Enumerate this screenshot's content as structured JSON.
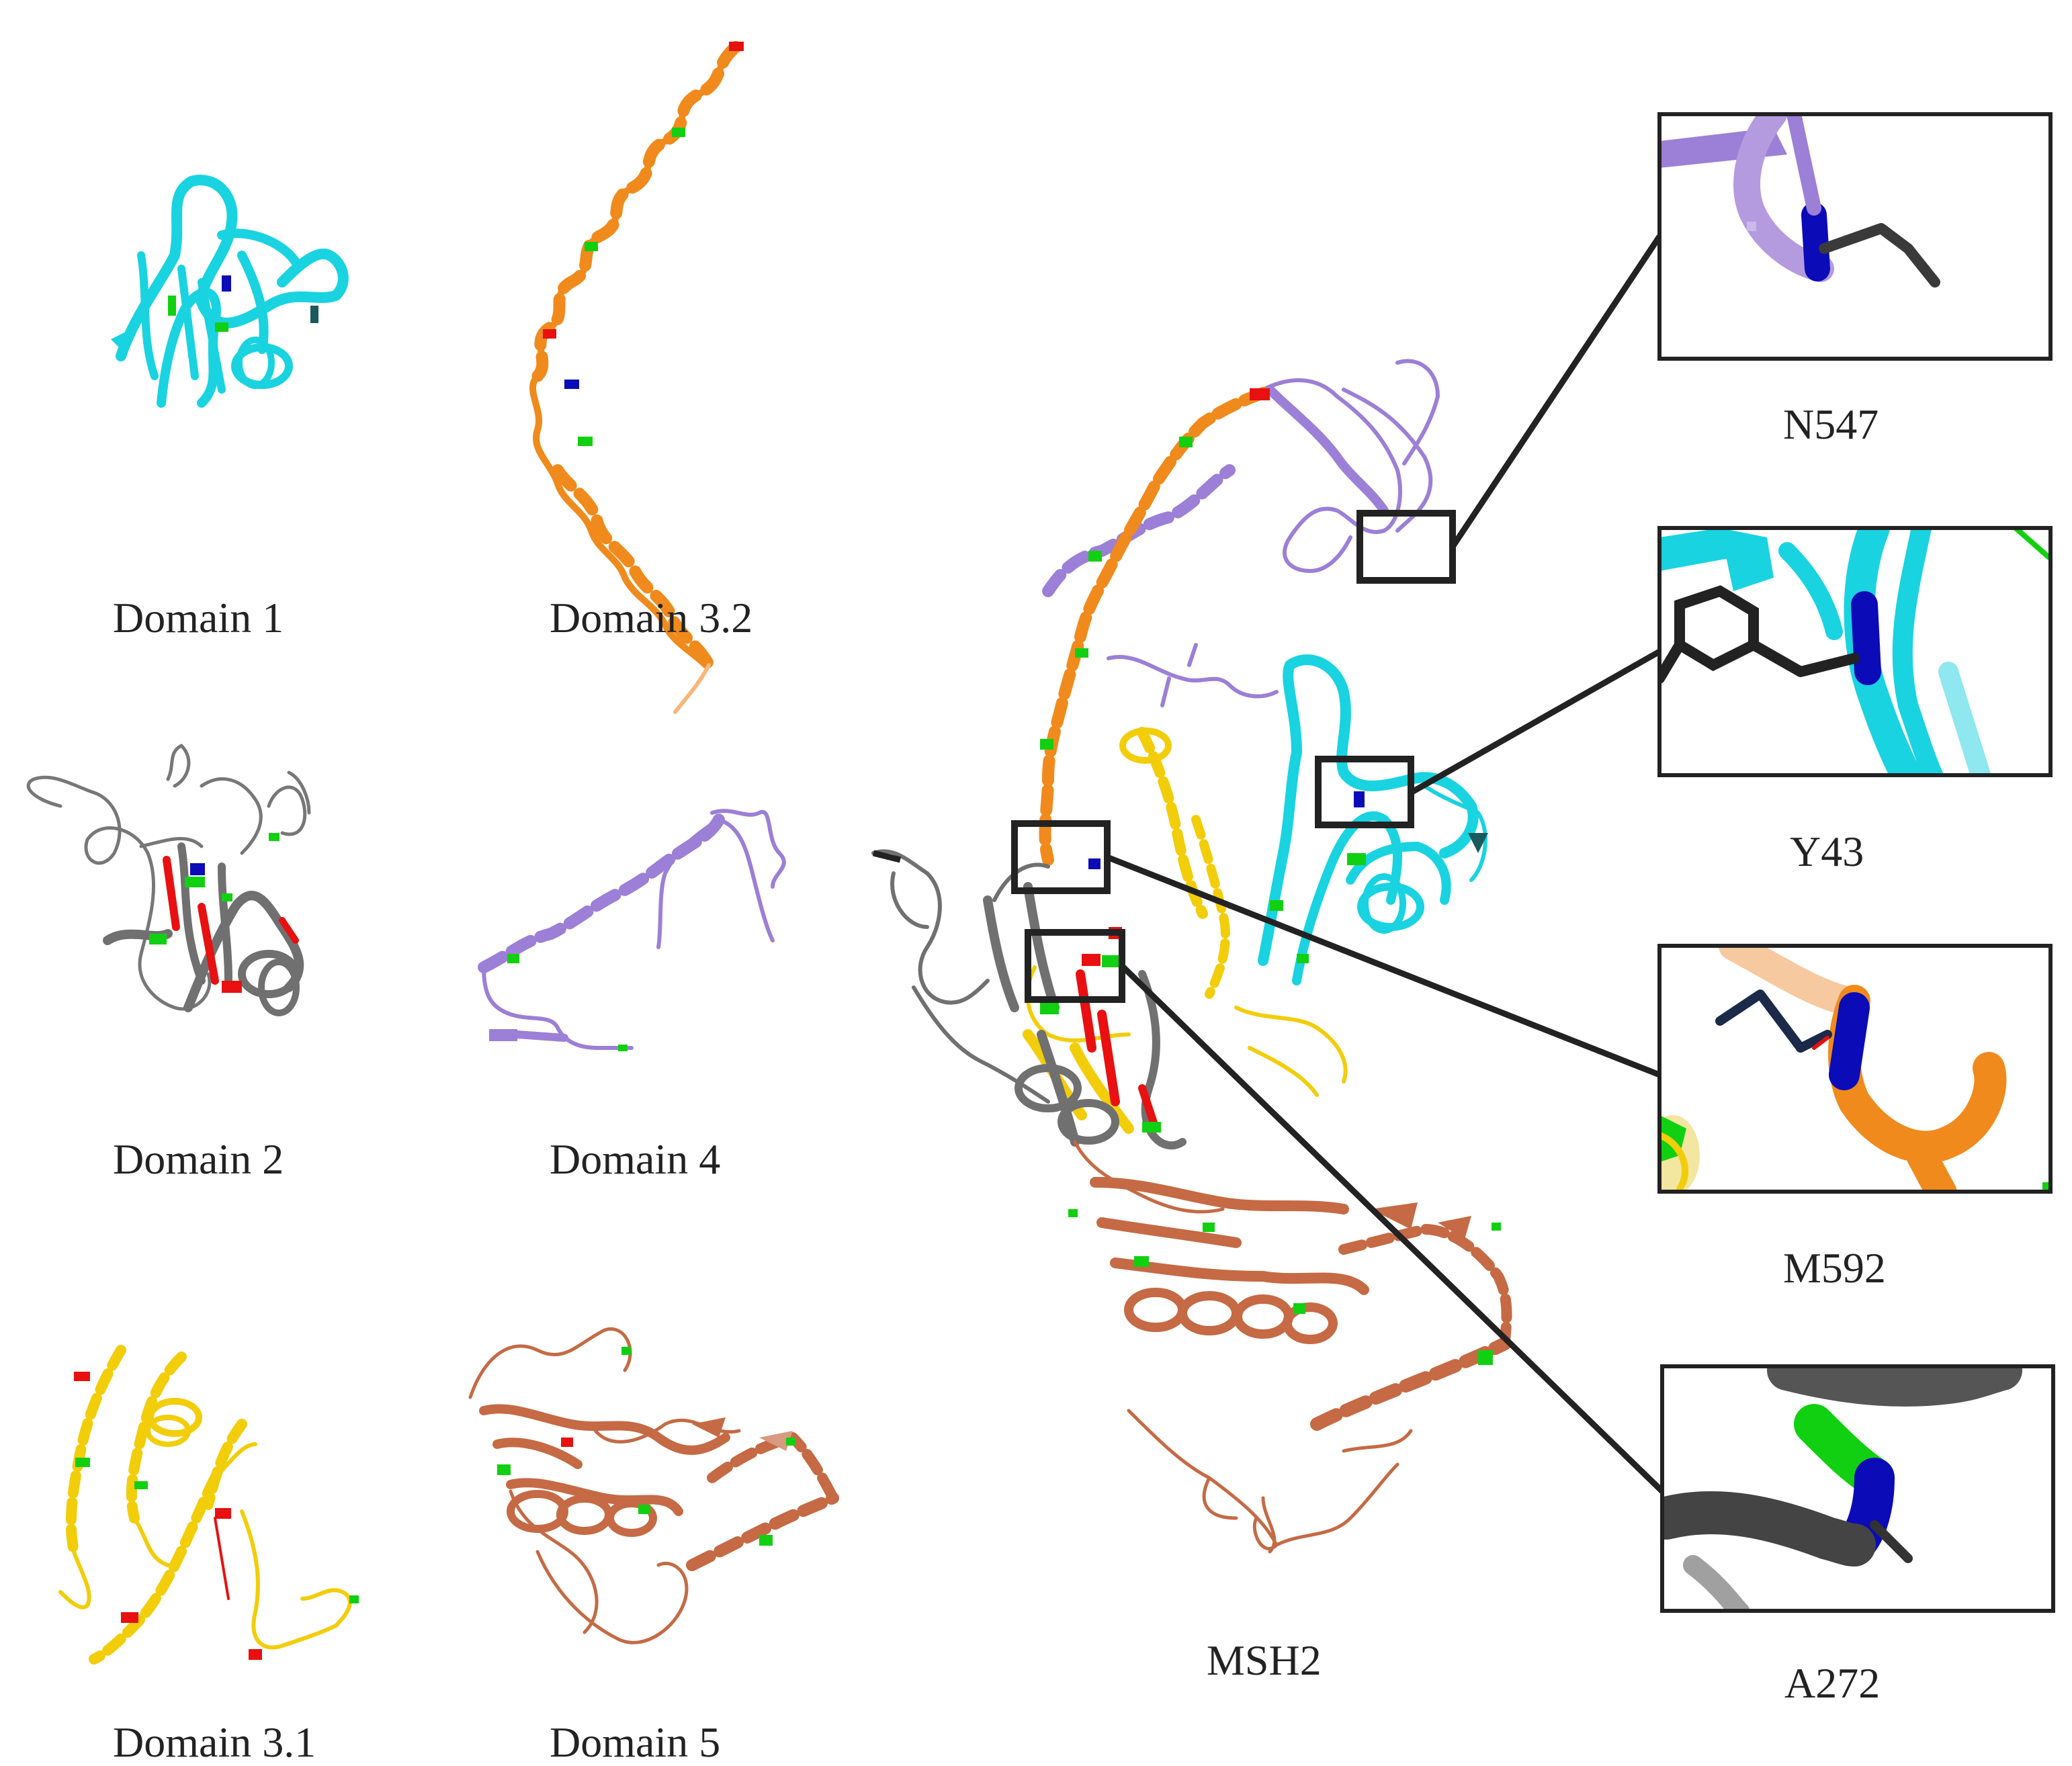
{
  "labels": {
    "domain1": "Domain 1",
    "domain32": "Domain 3.2",
    "domain2": "Domain 2",
    "domain4": "Domain 4",
    "domain31": "Domain 3.1",
    "domain5": "Domain 5",
    "msh2": "MSH2"
  },
  "insets": {
    "n547": "N547",
    "y43": "Y43",
    "m592": "M592",
    "a272": "A272"
  },
  "colors": {
    "domain1": "#19d3e0",
    "domain2": "#6e6e6e",
    "domain31": "#f2cd0a",
    "domain32": "#f08a1c",
    "domain4": "#9c7fd6",
    "domain5": "#c56a45",
    "highlight_red": "#e81010",
    "highlight_green": "#11d011",
    "highlight_blue": "#0b0bb8",
    "frame": "#222222"
  }
}
